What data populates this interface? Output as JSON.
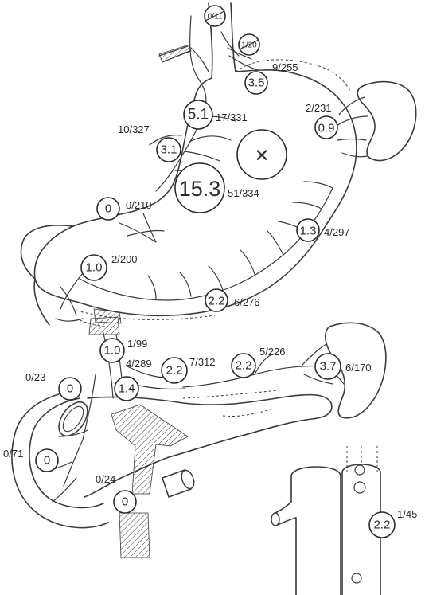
{
  "upper_nodes": [
    {
      "id": "n11",
      "value": "0/11",
      "ratio": ""
    },
    {
      "id": "n20",
      "value": "1/20",
      "ratio": ""
    },
    {
      "id": "n35",
      "value": "3.5",
      "ratio": "9/255"
    },
    {
      "id": "n51",
      "value": "5.1",
      "ratio": "17/331"
    },
    {
      "id": "n09",
      "value": "0.9",
      "ratio": "2/231"
    },
    {
      "id": "n31",
      "value": "3.1",
      "ratio": "10/327"
    },
    {
      "id": "n153",
      "value": "15.3",
      "ratio": "51/334"
    },
    {
      "id": "n0a",
      "value": "0",
      "ratio": "0/210"
    },
    {
      "id": "n13",
      "value": "1.3",
      "ratio": "4/297"
    },
    {
      "id": "n10a",
      "value": "1.0",
      "ratio": "2/200"
    },
    {
      "id": "n22a",
      "value": "2.2",
      "ratio": "6/276"
    }
  ],
  "tumor_marker": "×",
  "lower_nodes": [
    {
      "id": "n10b",
      "value": "1.0",
      "ratio": "1/99"
    },
    {
      "id": "n14",
      "value": "1.4",
      "ratio": "4/289"
    },
    {
      "id": "n22b",
      "value": "2.2",
      "ratio": "7/312"
    },
    {
      "id": "n22c",
      "value": "2.2",
      "ratio": "5/226"
    },
    {
      "id": "n37",
      "value": "3.7",
      "ratio": "6/170"
    },
    {
      "id": "n0b",
      "value": "0",
      "ratio": "0/23"
    },
    {
      "id": "n0c",
      "value": "0",
      "ratio": "0/71"
    },
    {
      "id": "n0d",
      "value": "0",
      "ratio": "0/24"
    },
    {
      "id": "n22d",
      "value": "2.2",
      "ratio": "1/45"
    }
  ]
}
